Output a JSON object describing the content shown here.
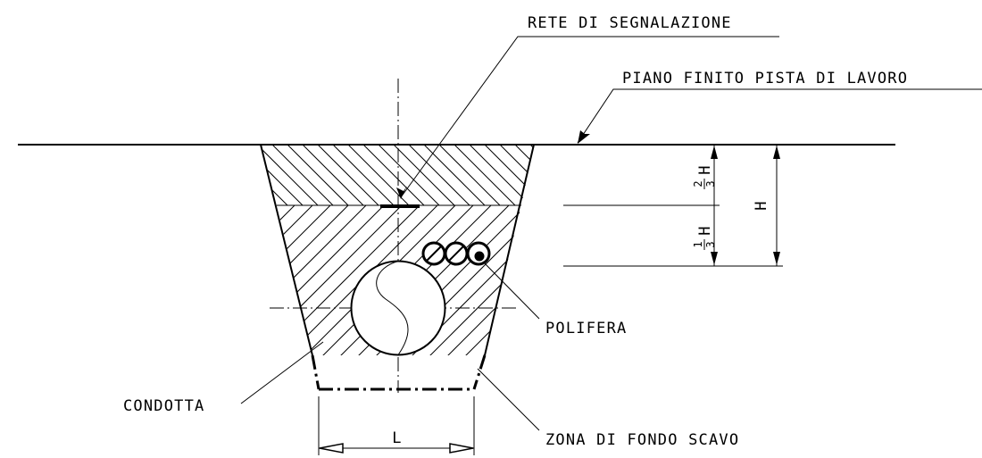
{
  "labels": {
    "warning_net": "RETE DI SEGNALAZIONE",
    "finished_level": "PIANO  FINITO PISTA DI LAVORO",
    "ducts": "POLIFERA",
    "pipeline": "CONDOTTA",
    "trench_bottom": "ZONA DI FONDO SCAVO"
  },
  "dimensions": {
    "depth": "H",
    "width": "L",
    "upper_fraction_num": "2",
    "upper_fraction_den": "3",
    "upper_fraction_var": "H",
    "lower_fraction_num": "1",
    "lower_fraction_den": "3",
    "lower_fraction_var": "H"
  }
}
